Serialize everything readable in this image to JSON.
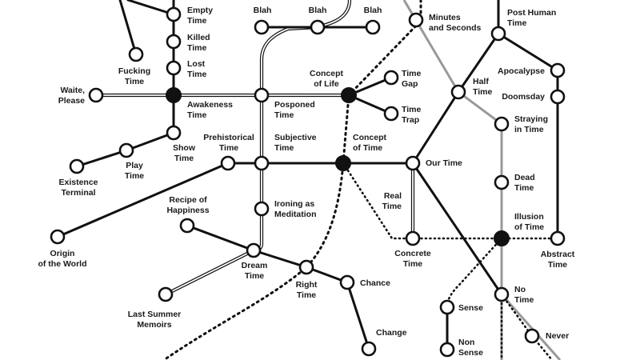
{
  "labels": {
    "empty_time": [
      "Empty",
      "Time"
    ],
    "killed_time": [
      "Killed",
      "Time"
    ],
    "lost_time": [
      "Lost",
      "Time"
    ],
    "fucking_time": [
      "Fucking",
      "Time"
    ],
    "waite_please": [
      "Waite,",
      "Please"
    ],
    "awakeness_time": [
      "Awakeness",
      "Time"
    ],
    "show_time": [
      "Show",
      "Time"
    ],
    "play_time": [
      "Play",
      "Time"
    ],
    "existence_terminal": [
      "Existence",
      "Terminal"
    ],
    "prehistorical_time": [
      "Prehistorical",
      "Time"
    ],
    "origin_world": [
      "Origin",
      "of the World"
    ],
    "blah_1": [
      "Blah"
    ],
    "blah_2": [
      "Blah"
    ],
    "blah_3": [
      "Blah"
    ],
    "posponed_time": [
      "Posponed",
      "Time"
    ],
    "subjective_time": [
      "Subjective",
      "Time"
    ],
    "ironing": [
      "Ironing as",
      "Meditation"
    ],
    "recipe_happiness": [
      "Recipe of",
      "Happiness"
    ],
    "dream_time": [
      "Dream",
      "Time"
    ],
    "last_summer": [
      "Last Summer",
      "Memoirs"
    ],
    "right_time": [
      "Right",
      "Time"
    ],
    "chance": [
      "Chance"
    ],
    "change": [
      "Change"
    ],
    "concept_life": [
      "Concept",
      "of Life"
    ],
    "time_gap": [
      "Time",
      "Gap"
    ],
    "time_trap": [
      "Time",
      "Trap"
    ],
    "concept_time": [
      "Concept",
      "of Time"
    ],
    "minutes_seconds": [
      "Minutes",
      "and Seconds"
    ],
    "our_time": [
      "Our Time"
    ],
    "real_time": [
      "Real",
      "Time"
    ],
    "concrete_time": [
      "Concrete",
      "Time"
    ],
    "half_time": [
      "Half",
      "Time"
    ],
    "post_human": [
      "Post Human",
      "Time"
    ],
    "apocalypse": [
      "Apocalypse"
    ],
    "doomsday": [
      "Doomsday"
    ],
    "straying_time": [
      "Straying",
      "in Time"
    ],
    "dead_time": [
      "Dead",
      "Time"
    ],
    "illusion_time": [
      "Illusion",
      "of Time"
    ],
    "abstract_time": [
      "Abstract",
      "Time"
    ],
    "no_time": [
      "No",
      "Time"
    ],
    "never": [
      "Never"
    ],
    "sense": [
      "Sense"
    ],
    "non_sense": [
      "Non",
      "Sense"
    ]
  }
}
